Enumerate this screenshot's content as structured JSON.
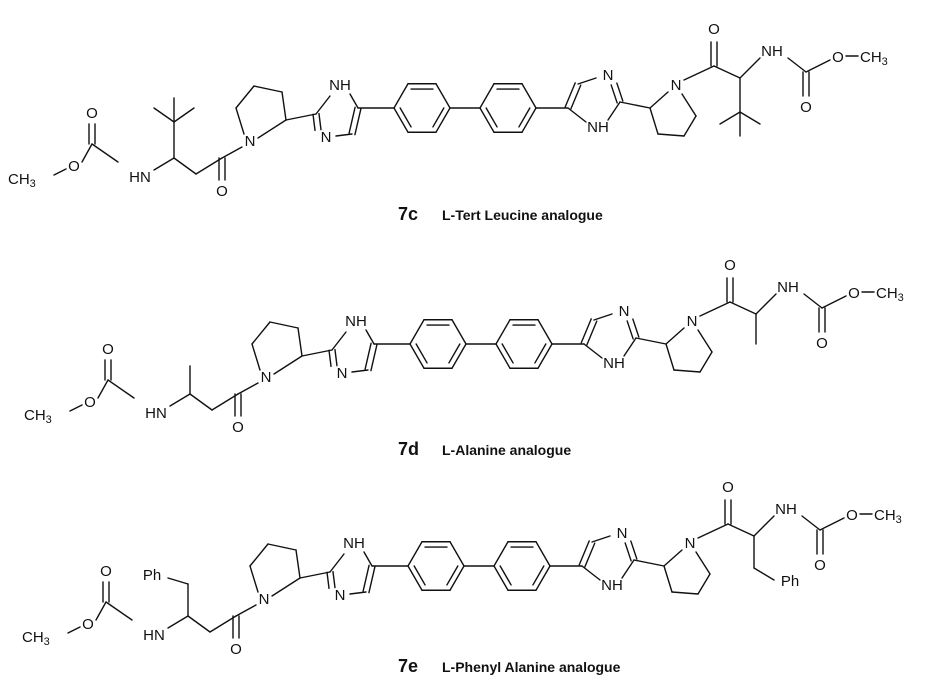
{
  "atoms": {
    "methyl": "CH",
    "methyl_sub": "3",
    "oxygen": "O",
    "nitrogen": "N",
    "amine": "NH",
    "amine_left": "HN",
    "phenyl": "Ph"
  },
  "compounds": [
    {
      "id": "7c",
      "name": "L-Tert Leucine analogue",
      "side_chain": "tert-butyl"
    },
    {
      "id": "7d",
      "name": "L-Alanine analogue",
      "side_chain": "methyl"
    },
    {
      "id": "7e",
      "name": "L-Phenyl Alanine analogue",
      "side_chain": "benzyl"
    }
  ]
}
